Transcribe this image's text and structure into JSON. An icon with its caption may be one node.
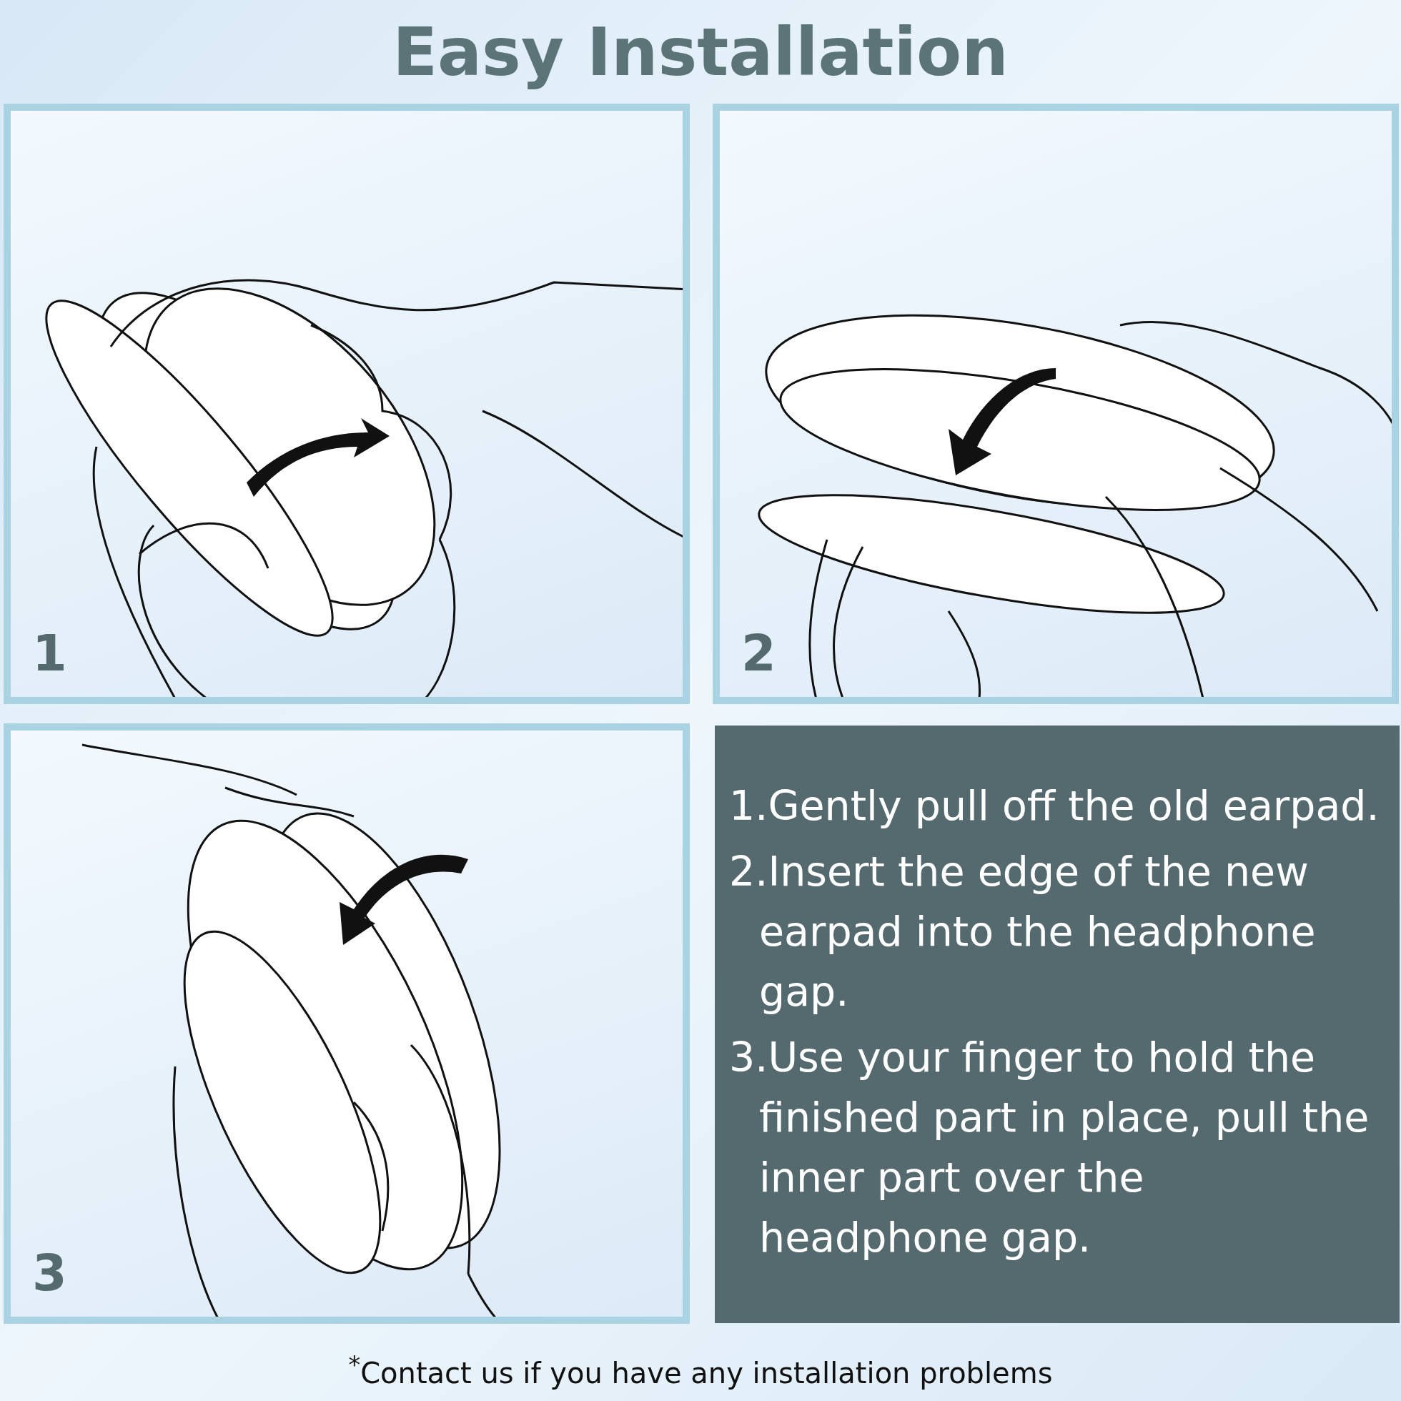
{
  "diagram": {
    "title": "Easy Installation",
    "caption": "$^{*}$Contact us if you have any installation problems",
    "nodes": [
      {
        "text": [
          "1"
        ]
      },
      {
        "text": [
          "2"
        ]
      },
      {
        "text": [
          "3"
        ]
      },
      {
        "text": [
          "1.Gently pull off the old earpad.",
          "2.Insert the edge of the new earpad into the headphone gap.",
          "3.Use your finger to hold the finished part in place, pull the inner part over the headphone gap."
        ]
      }
    ],
    "edges": []
  }
}
